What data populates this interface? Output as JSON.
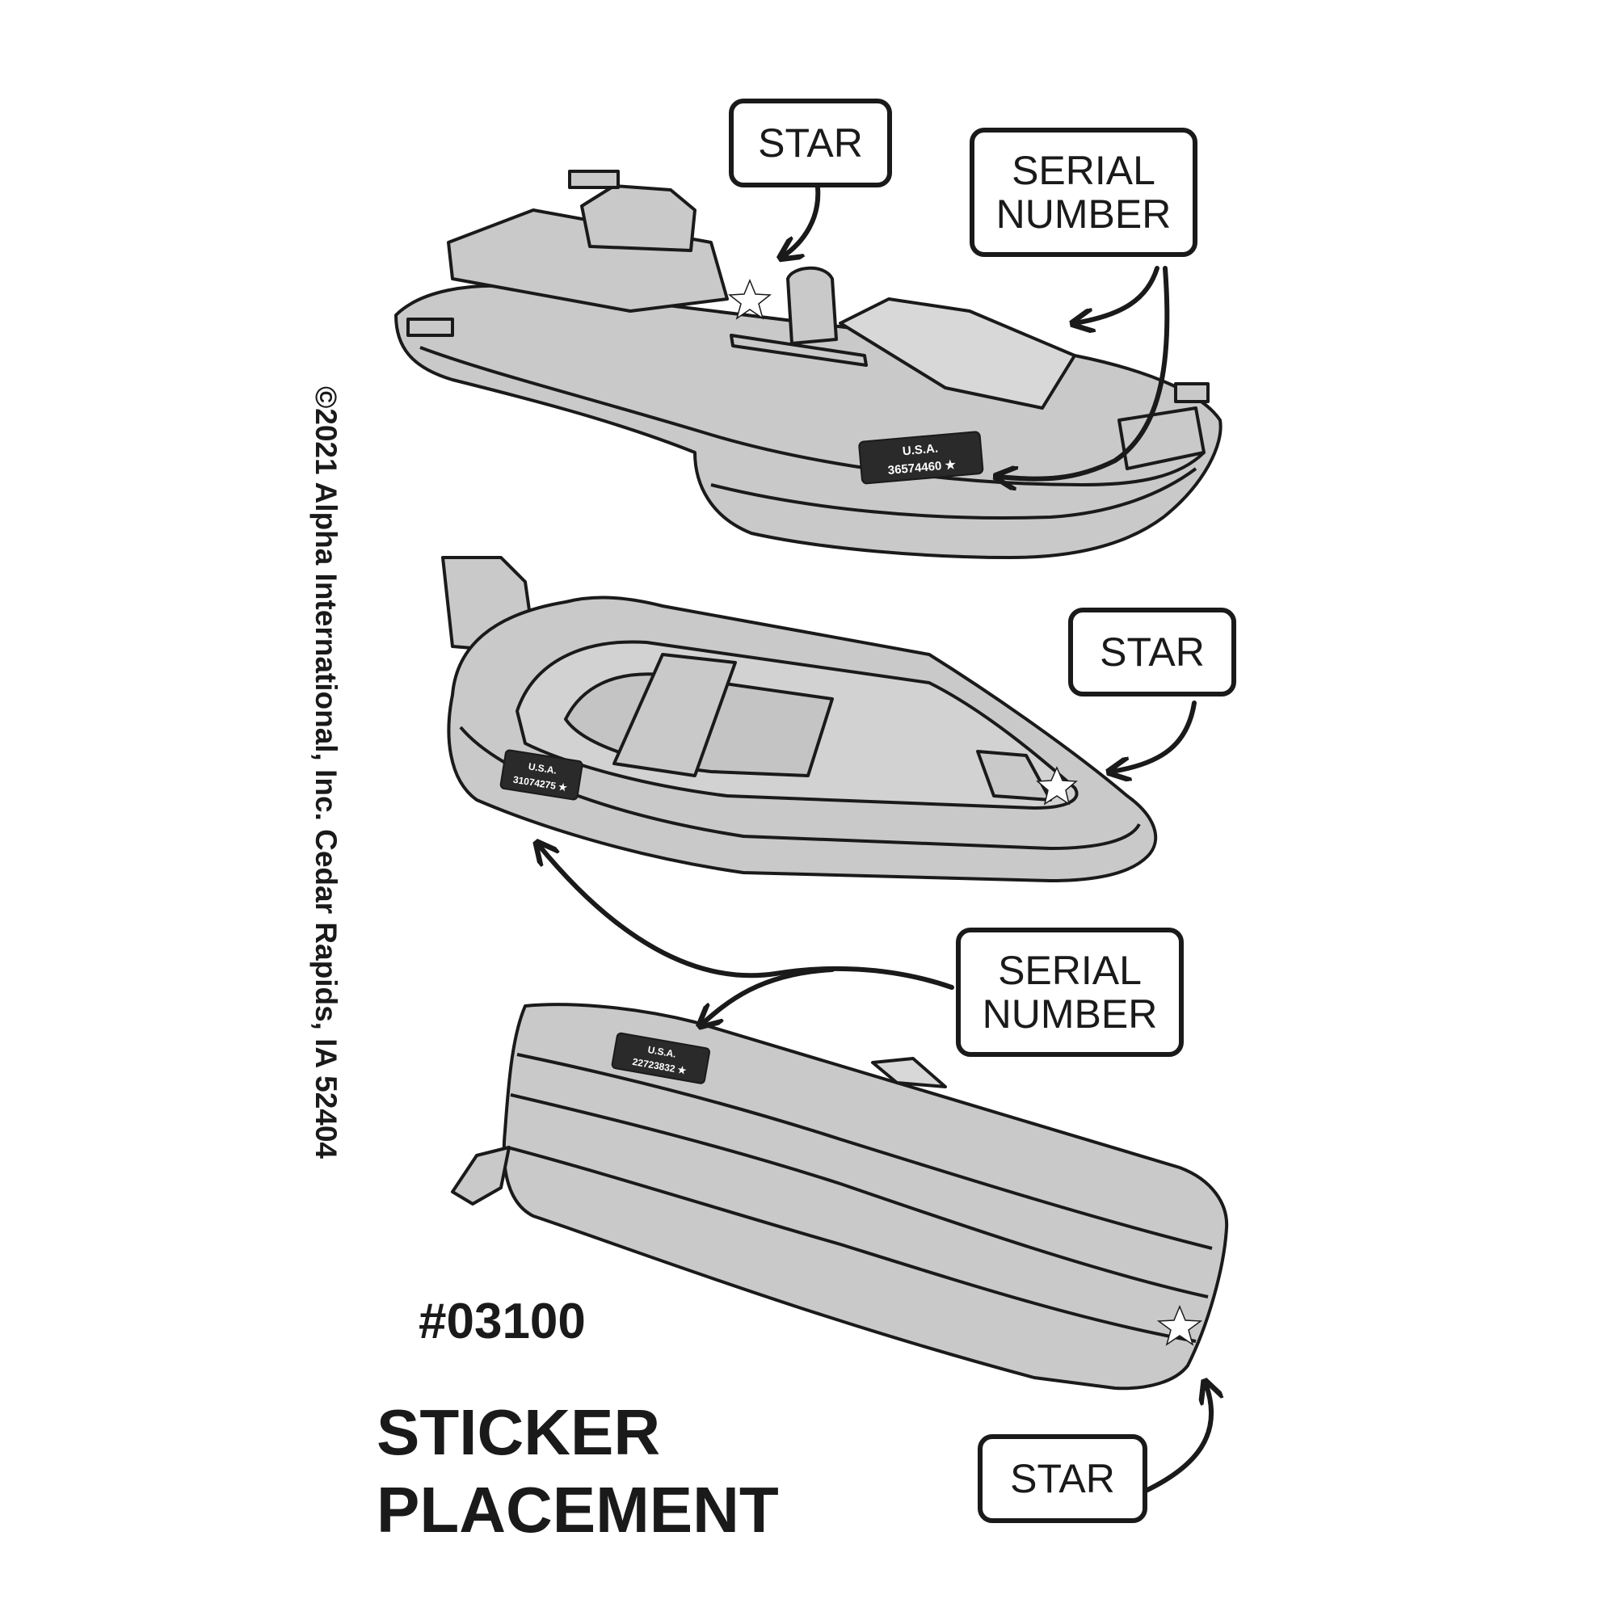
{
  "copyright": "©2021 Alpha International, Inc. Cedar Rapids, IA 52404",
  "part_number": "#03100",
  "title": {
    "line1": "STICKER",
    "line2": "PLACEMENT"
  },
  "callouts": {
    "top_star": "STAR",
    "top_serial": {
      "line1": "SERIAL",
      "line2": "NUMBER"
    },
    "middle_star": "STAR",
    "lower_serial": {
      "line1": "SERIAL",
      "line2": "NUMBER"
    },
    "bottom_star": "STAR"
  },
  "stickers": {
    "boat1": {
      "country": "U.S.A.",
      "serial": "36574460 ★"
    },
    "boat2": {
      "country": "U.S.A.",
      "serial": "31074275 ★"
    },
    "boat3": {
      "country": "U.S.A.",
      "serial": "22723832 ★"
    }
  },
  "colors": {
    "hull": "#c9c9c9",
    "outline": "#1a1a1a",
    "plate": "#2a2a2a",
    "star": "#ffffff"
  }
}
